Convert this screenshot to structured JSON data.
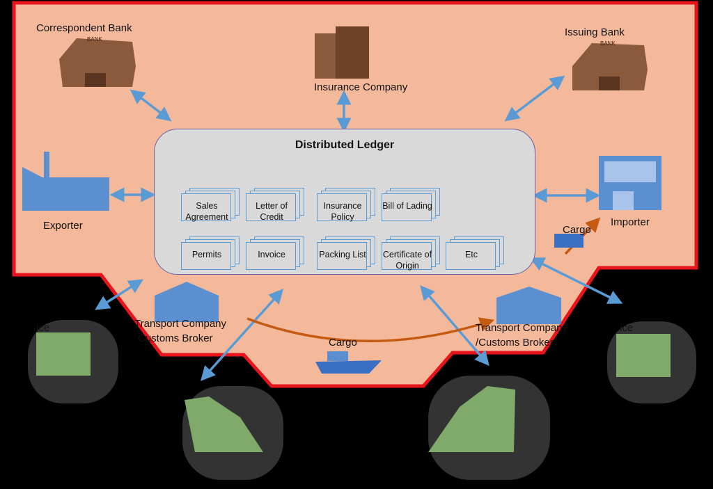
{
  "colors": {
    "background": "#000000",
    "region_fill": "#f4b99b",
    "region_border": "#e8141c",
    "ledger_fill": "#d9d9d9",
    "ledger_border": "#6a5fa8",
    "arrow": "#5b9bd5",
    "cargo_arrow": "#c55a11",
    "bank_brown": "#8b5a3c",
    "building_blue": "#5b8fd0",
    "hidden_green": "#7faa6a"
  },
  "ledger": {
    "title": "Distributed Ledger",
    "documents": [
      "Sales Agreement",
      "Letter of Credit",
      "Insurance Policy",
      "Bill of Lading",
      "Permits",
      "Invoice",
      "Packing List",
      "Certificate of Origin",
      "Etc"
    ]
  },
  "parties": {
    "correspondent_bank": "Correspondent Bank",
    "insurance_company": "Insurance Company",
    "issuing_bank": "Issuing Bank",
    "exporter": "Exporter",
    "importer": "Importer",
    "cargo_truck": "Cargo",
    "transport_left_1": "Transport Company",
    "transport_left_2": "Customs Broker",
    "transport_right_1": "Transport Company",
    "transport_right_2": "/Customs Broker",
    "cargo_ship": "Cargo",
    "hidden_left": "ice",
    "hidden_right": "ice"
  },
  "bank_sign": "BANK"
}
